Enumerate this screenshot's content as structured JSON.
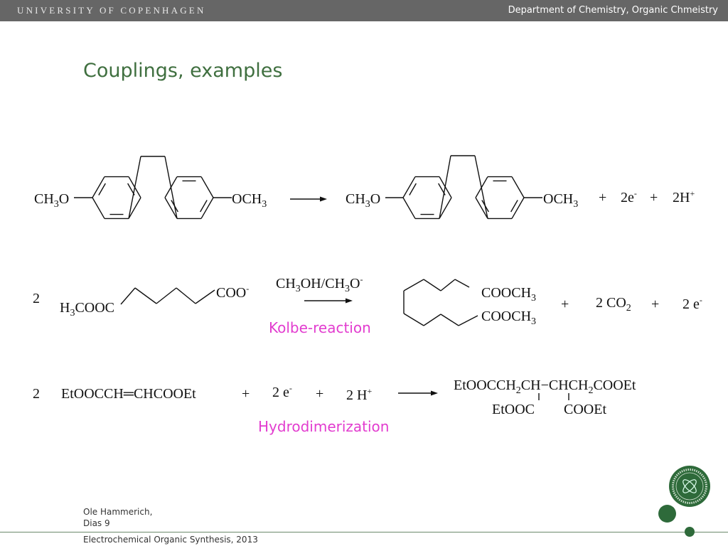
{
  "header": {
    "university": "UNIVERSITY OF COPENHAGEN",
    "department": "Department of Chemistry, Organic Chmeistry"
  },
  "slide": {
    "title": "Couplings, examples",
    "reaction1": {
      "reactant_left": [
        "CH",
        {
          "sub": "3"
        },
        "O"
      ],
      "reactant_right": [
        "OCH",
        {
          "sub": "3"
        }
      ],
      "product_left": [
        "CH",
        {
          "sub": "3"
        },
        "O"
      ],
      "product_right": [
        "OCH",
        {
          "sub": "3"
        }
      ],
      "plus1": "+",
      "electrons": [
        "2e",
        {
          "sup": "-"
        }
      ],
      "plus2": "+",
      "protons": [
        "2H",
        {
          "sup": "+"
        }
      ]
    },
    "reaction2": {
      "coefficient": "2",
      "reactant_left": [
        "H",
        {
          "sub": "3"
        },
        "COOC"
      ],
      "reactant_right": [
        "COO",
        {
          "sup": "-"
        }
      ],
      "conditions": [
        "CH",
        {
          "sub": "3"
        },
        "OH/CH",
        {
          "sub": "3"
        },
        "O",
        {
          "sup": "-"
        }
      ],
      "name": "Kolbe-reaction",
      "product_top": [
        "COOCH",
        {
          "sub": "3"
        }
      ],
      "product_bottom": [
        "COOCH",
        {
          "sub": "3"
        }
      ],
      "plus1": "+",
      "co2": [
        "2 CO",
        {
          "sub": "2"
        }
      ],
      "plus2": "+",
      "electrons": [
        "2 e",
        {
          "sup": "-"
        }
      ]
    },
    "reaction3": {
      "coefficient": "2",
      "reactant": [
        "EtOOCCH═CHCOOEt"
      ],
      "plus1": "+",
      "electrons": [
        "2 e",
        {
          "sup": "-"
        }
      ],
      "plus2": "+",
      "protons": [
        "2 H",
        {
          "sup": "+"
        }
      ],
      "product_main": [
        "EtOOCCH",
        {
          "sub": "2"
        },
        "CH−CHCH",
        {
          "sub": "2"
        },
        "COOEt"
      ],
      "product_sub_left": [
        "EtOOC"
      ],
      "product_sub_right": [
        "COOEt"
      ],
      "name": "Hydrodimerization"
    },
    "accent_color": "#e23ccf",
    "title_color": "#3f6f3f"
  },
  "footer": {
    "author": "Ole Hammerich,",
    "slide_number": "Dias 9",
    "course": "Electrochemical Organic Synthesis, 2013"
  },
  "logo": {
    "seal_text": "FACULTATIS NATURALIS SIGILLUM"
  }
}
